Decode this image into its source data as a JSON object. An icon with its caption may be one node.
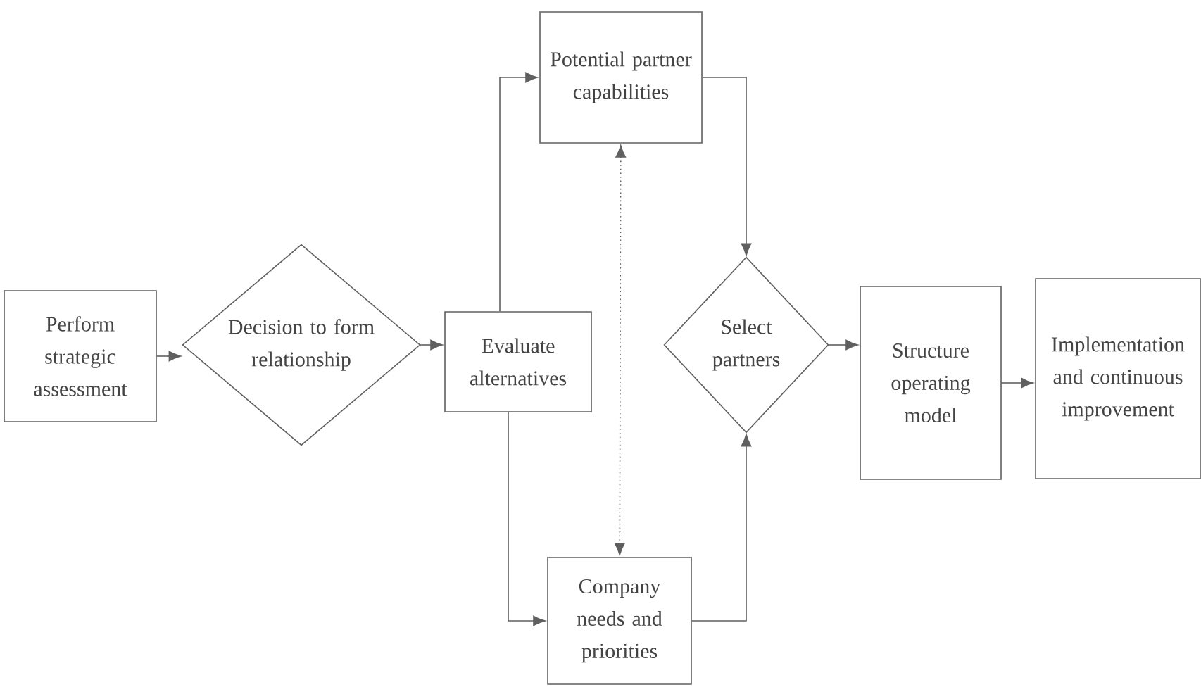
{
  "diagram": {
    "nodes": [
      {
        "text": [
          "Perform strategic assessment"
        ]
      },
      {
        "text": [
          "Decision to form relationship"
        ]
      },
      {
        "text": [
          "Evaluate alternatives"
        ]
      },
      {
        "text": [
          "Potential partner capabilities"
        ]
      },
      {
        "text": [
          "Company needs and priorities"
        ]
      },
      {
        "text": [
          "Select partners"
        ]
      },
      {
        "text": [
          "Structure operating model"
        ]
      },
      {
        "text": [
          "Implementation and continuous improvement"
        ]
      }
    ],
    "edges": [
      {
        "from": 0,
        "to": 1,
        "arrow": "to"
      },
      {
        "from": 1,
        "to": 2,
        "arrow": "to"
      },
      {
        "from": 2,
        "to": 3,
        "arrow": "to"
      },
      {
        "from": 2,
        "to": 4,
        "arrow": "to"
      },
      {
        "from": 3,
        "to": 4,
        "arrow": "both",
        "style": "dashed"
      },
      {
        "from": 3,
        "to": 5,
        "arrow": "to"
      },
      {
        "from": 4,
        "to": 5,
        "arrow": "to"
      },
      {
        "from": 5,
        "to": 6,
        "arrow": "to"
      },
      {
        "from": 6,
        "to": 7,
        "arrow": "to"
      }
    ]
  }
}
